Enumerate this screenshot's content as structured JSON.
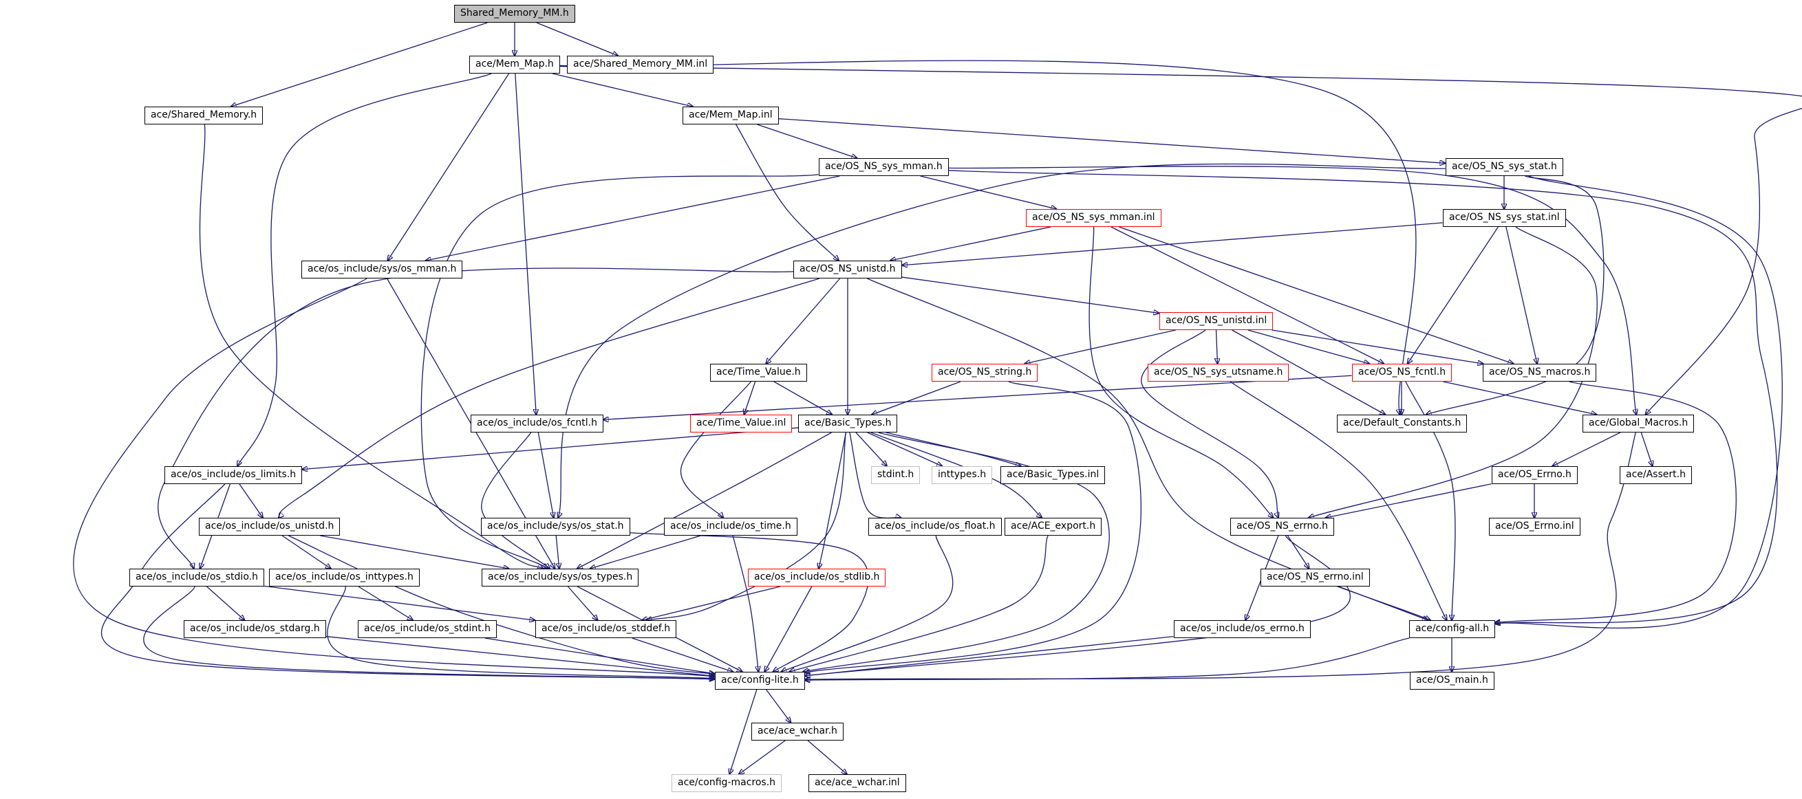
{
  "diagram": {
    "border_colors": {
      "normal": "#000000",
      "truncated": "#ff0000",
      "system": "#bfbfbf",
      "root_fill": "#bfbfbf",
      "edge": "#191970"
    },
    "nodes": [
      {
        "id": "shared_memory_mm_h",
        "label": "Shared_Memory_MM.h",
        "kind": "root"
      },
      {
        "id": "mem_map_h",
        "label": "ace/Mem_Map.h",
        "kind": "normal"
      },
      {
        "id": "shared_memory_mm_inl",
        "label": "ace/Shared_Memory_MM.inl",
        "kind": "normal"
      },
      {
        "id": "shared_memory_h",
        "label": "ace/Shared_Memory.h",
        "kind": "normal"
      },
      {
        "id": "mem_map_inl",
        "label": "ace/Mem_Map.inl",
        "kind": "normal"
      },
      {
        "id": "os_ns_sys_mman_h",
        "label": "ace/OS_NS_sys_mman.h",
        "kind": "normal"
      },
      {
        "id": "os_ns_sys_stat_h",
        "label": "ace/OS_NS_sys_stat.h",
        "kind": "normal"
      },
      {
        "id": "os_ns_sys_mman_inl",
        "label": "ace/OS_NS_sys_mman.inl",
        "kind": "truncated"
      },
      {
        "id": "os_ns_sys_stat_inl",
        "label": "ace/OS_NS_sys_stat.inl",
        "kind": "normal"
      },
      {
        "id": "sys_os_mman_h",
        "label": "ace/os_include/sys/os_mman.h",
        "kind": "normal"
      },
      {
        "id": "os_ns_unistd_h",
        "label": "ace/OS_NS_unistd.h",
        "kind": "normal"
      },
      {
        "id": "os_ns_unistd_inl",
        "label": "ace/OS_NS_unistd.inl",
        "kind": "truncated"
      },
      {
        "id": "time_value_h",
        "label": "ace/Time_Value.h",
        "kind": "normal"
      },
      {
        "id": "os_ns_string_h",
        "label": "ace/OS_NS_string.h",
        "kind": "truncated"
      },
      {
        "id": "os_ns_sys_utsname_h",
        "label": "ace/OS_NS_sys_utsname.h",
        "kind": "truncated"
      },
      {
        "id": "os_ns_fcntl_h",
        "label": "ace/OS_NS_fcntl.h",
        "kind": "truncated"
      },
      {
        "id": "os_ns_macros_h",
        "label": "ace/OS_NS_macros.h",
        "kind": "normal"
      },
      {
        "id": "os_fcntl_h",
        "label": "ace/os_include/os_fcntl.h",
        "kind": "normal"
      },
      {
        "id": "time_value_inl",
        "label": "ace/Time_Value.inl",
        "kind": "truncated"
      },
      {
        "id": "basic_types_h",
        "label": "ace/Basic_Types.h",
        "kind": "normal"
      },
      {
        "id": "default_constants_h",
        "label": "ace/Default_Constants.h",
        "kind": "normal"
      },
      {
        "id": "global_macros_h",
        "label": "ace/Global_Macros.h",
        "kind": "normal"
      },
      {
        "id": "os_limits_h",
        "label": "ace/os_include/os_limits.h",
        "kind": "normal"
      },
      {
        "id": "stdint_h",
        "label": "stdint.h",
        "kind": "system"
      },
      {
        "id": "inttypes_h",
        "label": "inttypes.h",
        "kind": "system"
      },
      {
        "id": "basic_types_inl",
        "label": "ace/Basic_Types.inl",
        "kind": "normal"
      },
      {
        "id": "os_errno_h",
        "label": "ace/OS_Errno.h",
        "kind": "normal"
      },
      {
        "id": "assert_h",
        "label": "ace/Assert.h",
        "kind": "normal"
      },
      {
        "id": "os_unistd_h",
        "label": "ace/os_include/os_unistd.h",
        "kind": "normal"
      },
      {
        "id": "sys_os_stat_h",
        "label": "ace/os_include/sys/os_stat.h",
        "kind": "normal"
      },
      {
        "id": "os_time_h",
        "label": "ace/os_include/os_time.h",
        "kind": "normal"
      },
      {
        "id": "os_float_h",
        "label": "ace/os_include/os_float.h",
        "kind": "normal"
      },
      {
        "id": "ace_export_h",
        "label": "ace/ACE_export.h",
        "kind": "normal"
      },
      {
        "id": "os_ns_errno_h",
        "label": "ace/OS_NS_errno.h",
        "kind": "normal"
      },
      {
        "id": "os_errno_inl",
        "label": "ace/OS_Errno.inl",
        "kind": "normal"
      },
      {
        "id": "os_stdio_h",
        "label": "ace/os_include/os_stdio.h",
        "kind": "normal"
      },
      {
        "id": "os_inttypes_h",
        "label": "ace/os_include/os_inttypes.h",
        "kind": "normal"
      },
      {
        "id": "sys_os_types_h",
        "label": "ace/os_include/sys/os_types.h",
        "kind": "normal"
      },
      {
        "id": "os_stdlib_h",
        "label": "ace/os_include/os_stdlib.h",
        "kind": "truncated"
      },
      {
        "id": "os_ns_errno_inl",
        "label": "ace/OS_NS_errno.inl",
        "kind": "normal"
      },
      {
        "id": "os_stdarg_h",
        "label": "ace/os_include/os_stdarg.h",
        "kind": "normal"
      },
      {
        "id": "os_stdint_h",
        "label": "ace/os_include/os_stdint.h",
        "kind": "normal"
      },
      {
        "id": "os_stddef_h",
        "label": "ace/os_include/os_stddef.h",
        "kind": "normal"
      },
      {
        "id": "os_include_os_errno_h",
        "label": "ace/os_include/os_errno.h",
        "kind": "normal"
      },
      {
        "id": "config_all_h",
        "label": "ace/config-all.h",
        "kind": "normal"
      },
      {
        "id": "config_lite_h",
        "label": "ace/config-lite.h",
        "kind": "normal"
      },
      {
        "id": "os_main_h",
        "label": "ace/OS_main.h",
        "kind": "normal"
      },
      {
        "id": "ace_wchar_h",
        "label": "ace/ace_wchar.h",
        "kind": "normal"
      },
      {
        "id": "config_macros_h",
        "label": "ace/config-macros.h",
        "kind": "system"
      },
      {
        "id": "ace_wchar_inl",
        "label": "ace/ace_wchar.inl",
        "kind": "normal"
      }
    ],
    "edges": [
      [
        "shared_memory_mm_h",
        "mem_map_h"
      ],
      [
        "shared_memory_mm_h",
        "shared_memory_mm_inl"
      ],
      [
        "shared_memory_mm_h",
        "shared_memory_h"
      ],
      [
        "shared_memory_h",
        "sys_os_types_h"
      ],
      [
        "mem_map_h",
        "mem_map_inl"
      ],
      [
        "mem_map_h",
        "sys_os_mman_h"
      ],
      [
        "mem_map_h",
        "os_fcntl_h"
      ],
      [
        "mem_map_h",
        "os_limits_h"
      ],
      [
        "mem_map_h",
        "default_constants_h"
      ],
      [
        "mem_map_h",
        "global_macros_h"
      ],
      [
        "mem_map_inl",
        "os_ns_sys_mman_h"
      ],
      [
        "mem_map_inl",
        "os_ns_sys_stat_h"
      ],
      [
        "mem_map_inl",
        "os_ns_unistd_h"
      ],
      [
        "os_ns_sys_mman_h",
        "os_ns_sys_mman_inl"
      ],
      [
        "os_ns_sys_mman_h",
        "sys_os_mman_h"
      ],
      [
        "os_ns_sys_mman_h",
        "sys_os_types_h"
      ],
      [
        "os_ns_sys_mman_h",
        "global_macros_h"
      ],
      [
        "os_ns_sys_mman_h",
        "config_all_h"
      ],
      [
        "os_ns_sys_mman_inl",
        "os_ns_unistd_h"
      ],
      [
        "os_ns_sys_mman_inl",
        "os_ns_fcntl_h"
      ],
      [
        "os_ns_sys_mman_inl",
        "os_ns_macros_h"
      ],
      [
        "os_ns_sys_mman_inl",
        "os_ns_errno_h"
      ],
      [
        "os_ns_sys_stat_h",
        "os_ns_sys_stat_inl"
      ],
      [
        "os_ns_sys_stat_h",
        "sys_os_stat_h"
      ],
      [
        "os_ns_sys_stat_h",
        "default_constants_h"
      ],
      [
        "os_ns_sys_stat_h",
        "config_all_h"
      ],
      [
        "os_ns_sys_stat_inl",
        "os_ns_unistd_h"
      ],
      [
        "os_ns_sys_stat_inl",
        "os_ns_fcntl_h"
      ],
      [
        "os_ns_sys_stat_inl",
        "os_ns_macros_h"
      ],
      [
        "os_ns_sys_stat_inl",
        "os_ns_errno_h"
      ],
      [
        "sys_os_mman_h",
        "sys_os_types_h"
      ],
      [
        "sys_os_mman_h",
        "config_lite_h"
      ],
      [
        "os_ns_unistd_h",
        "os_ns_unistd_inl"
      ],
      [
        "os_ns_unistd_h",
        "time_value_h"
      ],
      [
        "os_ns_unistd_h",
        "basic_types_h"
      ],
      [
        "os_ns_unistd_h",
        "os_unistd_h"
      ],
      [
        "os_ns_unistd_h",
        "os_stdio_h"
      ],
      [
        "os_ns_unistd_h",
        "config_all_h"
      ],
      [
        "os_ns_unistd_inl",
        "os_ns_string_h"
      ],
      [
        "os_ns_unistd_inl",
        "os_ns_sys_utsname_h"
      ],
      [
        "os_ns_unistd_inl",
        "os_ns_fcntl_h"
      ],
      [
        "os_ns_unistd_inl",
        "os_ns_macros_h"
      ],
      [
        "os_ns_unistd_inl",
        "default_constants_h"
      ],
      [
        "os_ns_unistd_inl",
        "os_ns_errno_h"
      ],
      [
        "time_value_h",
        "time_value_inl"
      ],
      [
        "time_value_h",
        "basic_types_h"
      ],
      [
        "time_value_h",
        "os_time_h"
      ],
      [
        "os_ns_string_h",
        "basic_types_h"
      ],
      [
        "os_ns_string_h",
        "config_lite_h"
      ],
      [
        "os_ns_sys_utsname_h",
        "config_all_h"
      ],
      [
        "os_ns_fcntl_h",
        "default_constants_h"
      ],
      [
        "os_ns_fcntl_h",
        "global_macros_h"
      ],
      [
        "os_ns_fcntl_h",
        "os_fcntl_h"
      ],
      [
        "os_ns_fcntl_h",
        "config_all_h"
      ],
      [
        "os_ns_macros_h",
        "config_all_h"
      ],
      [
        "os_fcntl_h",
        "sys_os_stat_h"
      ],
      [
        "os_fcntl_h",
        "sys_os_types_h"
      ],
      [
        "basic_types_h",
        "os_limits_h"
      ],
      [
        "basic_types_h",
        "stdint_h"
      ],
      [
        "basic_types_h",
        "inttypes_h"
      ],
      [
        "basic_types_h",
        "basic_types_inl"
      ],
      [
        "basic_types_h",
        "os_float_h"
      ],
      [
        "basic_types_h",
        "ace_export_h"
      ],
      [
        "basic_types_h",
        "os_stdlib_h"
      ],
      [
        "basic_types_h",
        "sys_os_types_h"
      ],
      [
        "basic_types_h",
        "os_stddef_h"
      ],
      [
        "basic_types_h",
        "config_lite_h"
      ],
      [
        "global_macros_h",
        "os_errno_h"
      ],
      [
        "global_macros_h",
        "assert_h"
      ],
      [
        "global_macros_h",
        "config_lite_h"
      ],
      [
        "os_errno_h",
        "os_errno_inl"
      ],
      [
        "os_errno_h",
        "os_ns_errno_h"
      ],
      [
        "os_limits_h",
        "os_unistd_h"
      ],
      [
        "os_limits_h",
        "os_stdio_h"
      ],
      [
        "os_limits_h",
        "config_lite_h"
      ],
      [
        "os_unistd_h",
        "os_inttypes_h"
      ],
      [
        "os_unistd_h",
        "sys_os_types_h"
      ],
      [
        "os_unistd_h",
        "config_lite_h"
      ],
      [
        "sys_os_stat_h",
        "sys_os_types_h"
      ],
      [
        "sys_os_stat_h",
        "config_lite_h"
      ],
      [
        "os_time_h",
        "sys_os_types_h"
      ],
      [
        "os_time_h",
        "config_lite_h"
      ],
      [
        "os_float_h",
        "config_lite_h"
      ],
      [
        "ace_export_h",
        "config_lite_h"
      ],
      [
        "os_ns_errno_h",
        "os_ns_errno_inl"
      ],
      [
        "os_ns_errno_h",
        "os_include_os_errno_h"
      ],
      [
        "os_ns_errno_h",
        "config_lite_h"
      ],
      [
        "os_ns_errno_inl",
        "config_all_h"
      ],
      [
        "os_stdio_h",
        "os_stdarg_h"
      ],
      [
        "os_stdio_h",
        "os_stddef_h"
      ],
      [
        "os_stdio_h",
        "config_lite_h"
      ],
      [
        "os_inttypes_h",
        "os_stdint_h"
      ],
      [
        "os_inttypes_h",
        "config_lite_h"
      ],
      [
        "sys_os_types_h",
        "os_stddef_h"
      ],
      [
        "sys_os_types_h",
        "config_lite_h"
      ],
      [
        "os_stdlib_h",
        "os_stddef_h"
      ],
      [
        "os_stdlib_h",
        "config_lite_h"
      ],
      [
        "os_stdarg_h",
        "config_lite_h"
      ],
      [
        "os_stdint_h",
        "config_lite_h"
      ],
      [
        "os_stddef_h",
        "config_lite_h"
      ],
      [
        "os_include_os_errno_h",
        "config_lite_h"
      ],
      [
        "config_all_h",
        "config_lite_h"
      ],
      [
        "config_all_h",
        "os_main_h"
      ],
      [
        "config_lite_h",
        "ace_wchar_h"
      ],
      [
        "config_lite_h",
        "config_macros_h"
      ],
      [
        "ace_wchar_h",
        "ace_wchar_inl"
      ],
      [
        "ace_wchar_h",
        "config_macros_h"
      ]
    ]
  }
}
